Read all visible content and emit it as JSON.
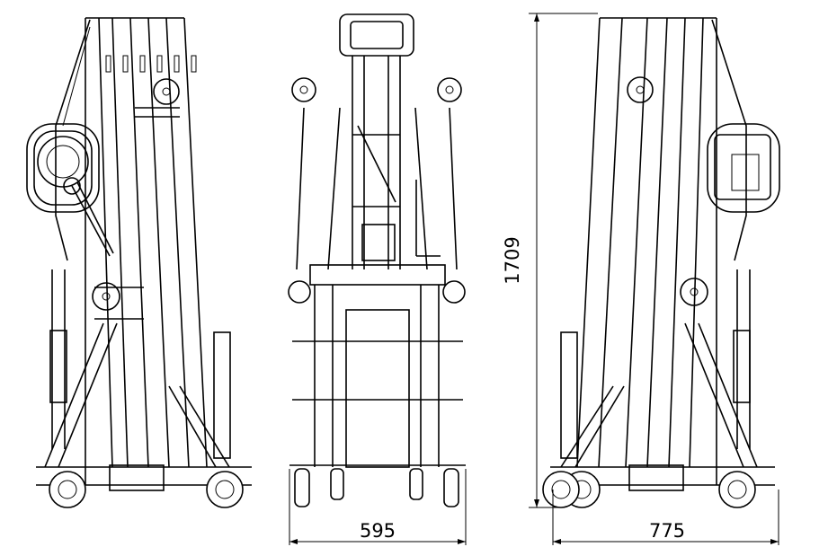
{
  "dimensions": {
    "height": "1709",
    "front_width": "595",
    "side_width": "775"
  }
}
